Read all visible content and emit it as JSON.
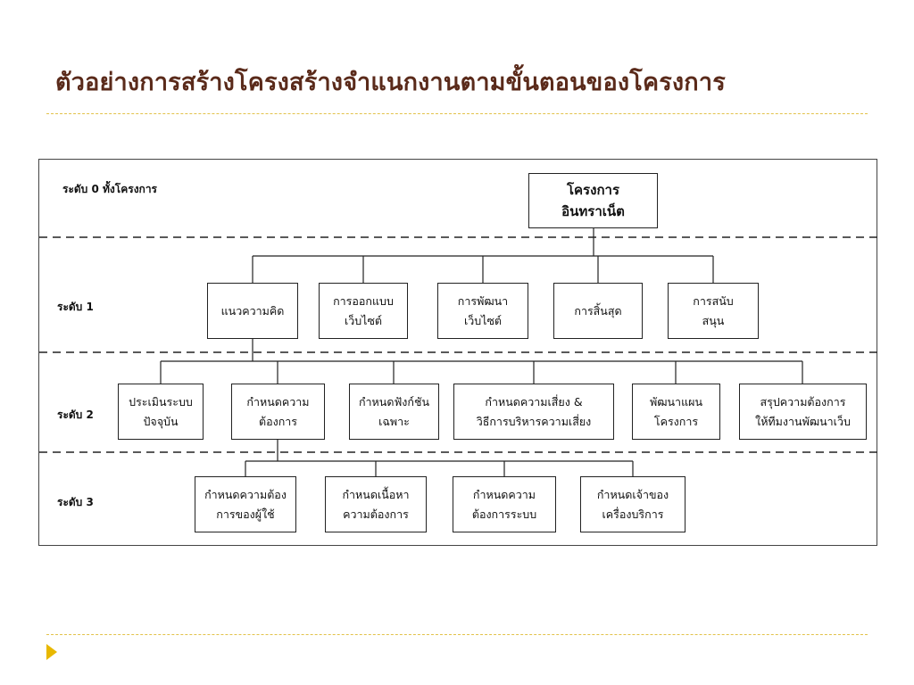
{
  "title": "ตัวอย่างการสร้างโครงสร้างจำแนกงานตามขั้นตอนของโครงการ",
  "colors": {
    "title": "#5a2a1a",
    "rule": "#e2c24a",
    "bullet": "#e8b800"
  },
  "diagram": {
    "levels": [
      "ระดับ 0 ทั้งโครงการ",
      "ระดับ 1",
      "ระดับ 2",
      "ระดับ 3"
    ],
    "root": "โครงการ\nอินทราเน็ต",
    "level1": [
      "แนวความคิด",
      "การออกแบบ\nเว็บไซต์",
      "การพัฒนา\nเว็บไซต์",
      "การสิ้นสุด",
      "การสนับ\nสนุน"
    ],
    "level2": [
      "ประเมินระบบ\nปัจจุบัน",
      "กำหนดความ\nต้องการ",
      "กำหนดฟังก์ชัน\nเฉพาะ",
      "กำหนดความเสี่ยง &\nวิธีการบริหารความเสี่ยง",
      "พัฒนาแผน\nโครงการ",
      "สรุปความต้องการ\nให้ทีมงานพัฒนาเว็บ"
    ],
    "level3": [
      "กำหนดความต้อง\nการของผู้ใช้",
      "กำหนดเนื้อหา\nความต้องการ",
      "กำหนดความ\nต้องการระบบ",
      "กำหนดเจ้าของ\nเครื่องบริการ"
    ]
  }
}
